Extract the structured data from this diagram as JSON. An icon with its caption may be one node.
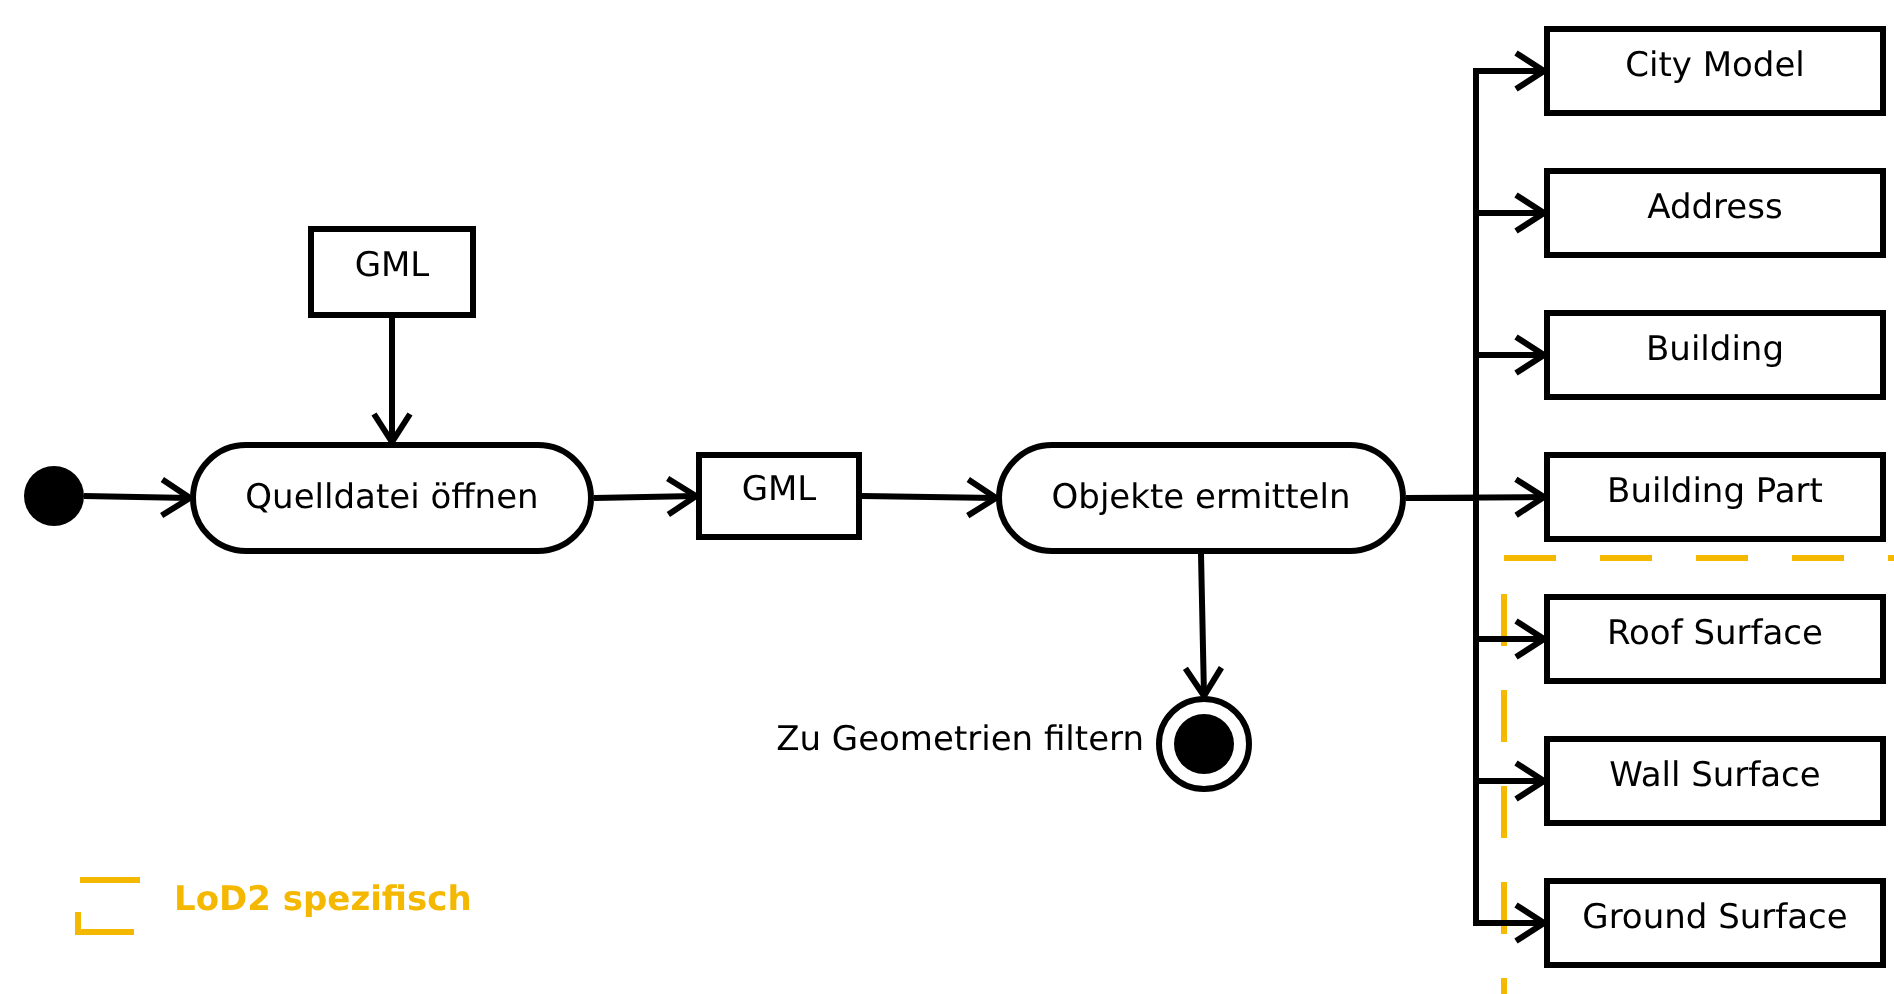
{
  "diagram": {
    "nodes": [
      {
        "text": [
          "GML"
        ]
      },
      {
        "text": [],
        "shape": "circle"
      },
      {
        "text": [
          "Quelldatei öffnen"
        ]
      },
      {
        "text": [
          "GML"
        ]
      },
      {
        "text": [
          "Objekte ermitteln"
        ]
      },
      {
        "text": [],
        "shape": "circle",
        "beside": [
          "Zu Geometrien filtern"
        ]
      },
      {
        "text": [
          "City Model"
        ]
      },
      {
        "text": [
          "Address"
        ]
      },
      {
        "text": [
          "Building"
        ]
      },
      {
        "text": [
          "Building Part"
        ]
      },
      {
        "text": [
          "Roof Surface"
        ]
      },
      {
        "text": [
          "Wall Surface"
        ]
      },
      {
        "text": [
          "Ground Surface"
        ]
      }
    ],
    "edges": [
      {
        "from": 0,
        "to": 2,
        "arrow": "to"
      },
      {
        "from": 1,
        "to": 2,
        "arrow": "to"
      },
      {
        "from": 2,
        "to": 3,
        "arrow": "to"
      },
      {
        "from": 3,
        "to": 4,
        "arrow": "to"
      },
      {
        "from": 4,
        "to": 5,
        "arrow": "to"
      },
      {
        "from": 4,
        "to": 6,
        "arrow": "to"
      },
      {
        "from": 4,
        "to": 7,
        "arrow": "to"
      },
      {
        "from": 4,
        "to": 8,
        "arrow": "to"
      },
      {
        "from": 4,
        "to": 9,
        "arrow": "to"
      },
      {
        "from": 4,
        "to": 10,
        "arrow": "to"
      },
      {
        "from": 4,
        "to": 11,
        "arrow": "to"
      },
      {
        "from": 4,
        "to": 12,
        "arrow": "to"
      }
    ],
    "legend": [
      {
        "text": "LoD2 spezifisch"
      }
    ]
  }
}
